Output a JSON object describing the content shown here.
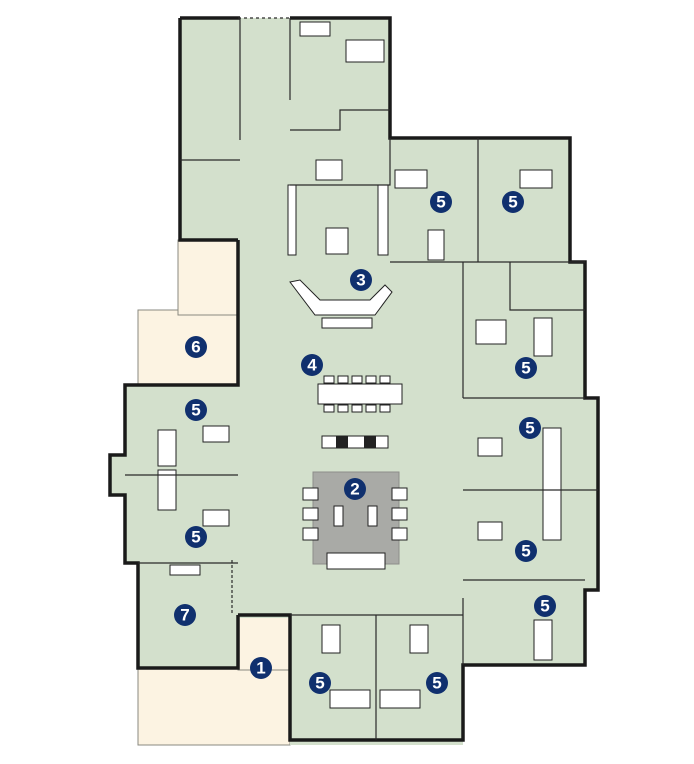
{
  "diagram": {
    "type": "floor-plan",
    "colors": {
      "floor": "#d3e0cc",
      "patio": "#fcf3e2",
      "marker": "#10306e",
      "lounge_rug": "#a9aaa6"
    },
    "markers": {
      "entry": "1",
      "lounge": "2",
      "kitchen": "3",
      "dining": "4",
      "bedroom_1": "5",
      "bedroom_2": "5",
      "bedroom_3": "5",
      "bedroom_4": "5",
      "bedroom_5": "5",
      "bedroom_6": "5",
      "bedroom_7": "5",
      "bedroom_8": "5",
      "bedroom_9": "5",
      "bedroom_10": "5",
      "patio": "6",
      "room_7": "7"
    }
  }
}
